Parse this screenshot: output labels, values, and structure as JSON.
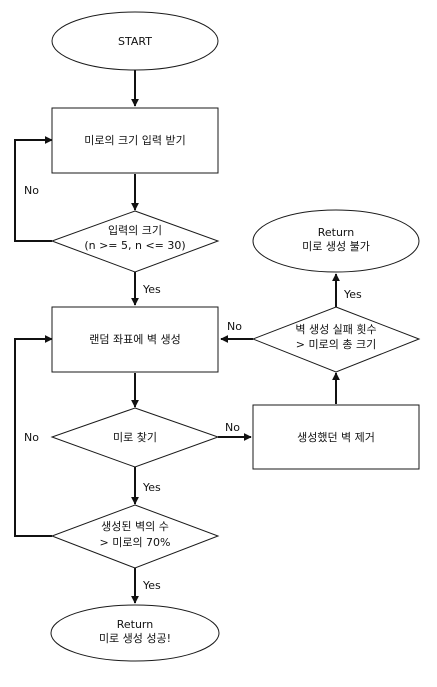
{
  "nodes": {
    "start": "START",
    "input_size": "미로의 크기 입력 받기",
    "check_input": [
      "입력의 크기",
      "(n >= 5, n <= 30)"
    ],
    "gen_wall": "랜덤 좌표에 벽 생성",
    "find_maze": "미로 찾기",
    "check_walls": [
      "생성된 벽의 수",
      "> 미로의 70%"
    ],
    "return_success": [
      "Return",
      "미로 생성 성공!"
    ],
    "remove_wall": "생성했던 벽 제거",
    "check_fail": [
      "벽 생성 실패 횟수",
      "> 미로의 총 크기"
    ],
    "return_fail": [
      "Return",
      "미로 생성 불가"
    ]
  },
  "edge_labels": {
    "input_no": "No",
    "input_yes": "Yes",
    "find_no": "No",
    "find_yes": "Yes",
    "walls_no": "No",
    "walls_yes": "Yes",
    "fail_no": "No",
    "fail_yes": "Yes"
  }
}
